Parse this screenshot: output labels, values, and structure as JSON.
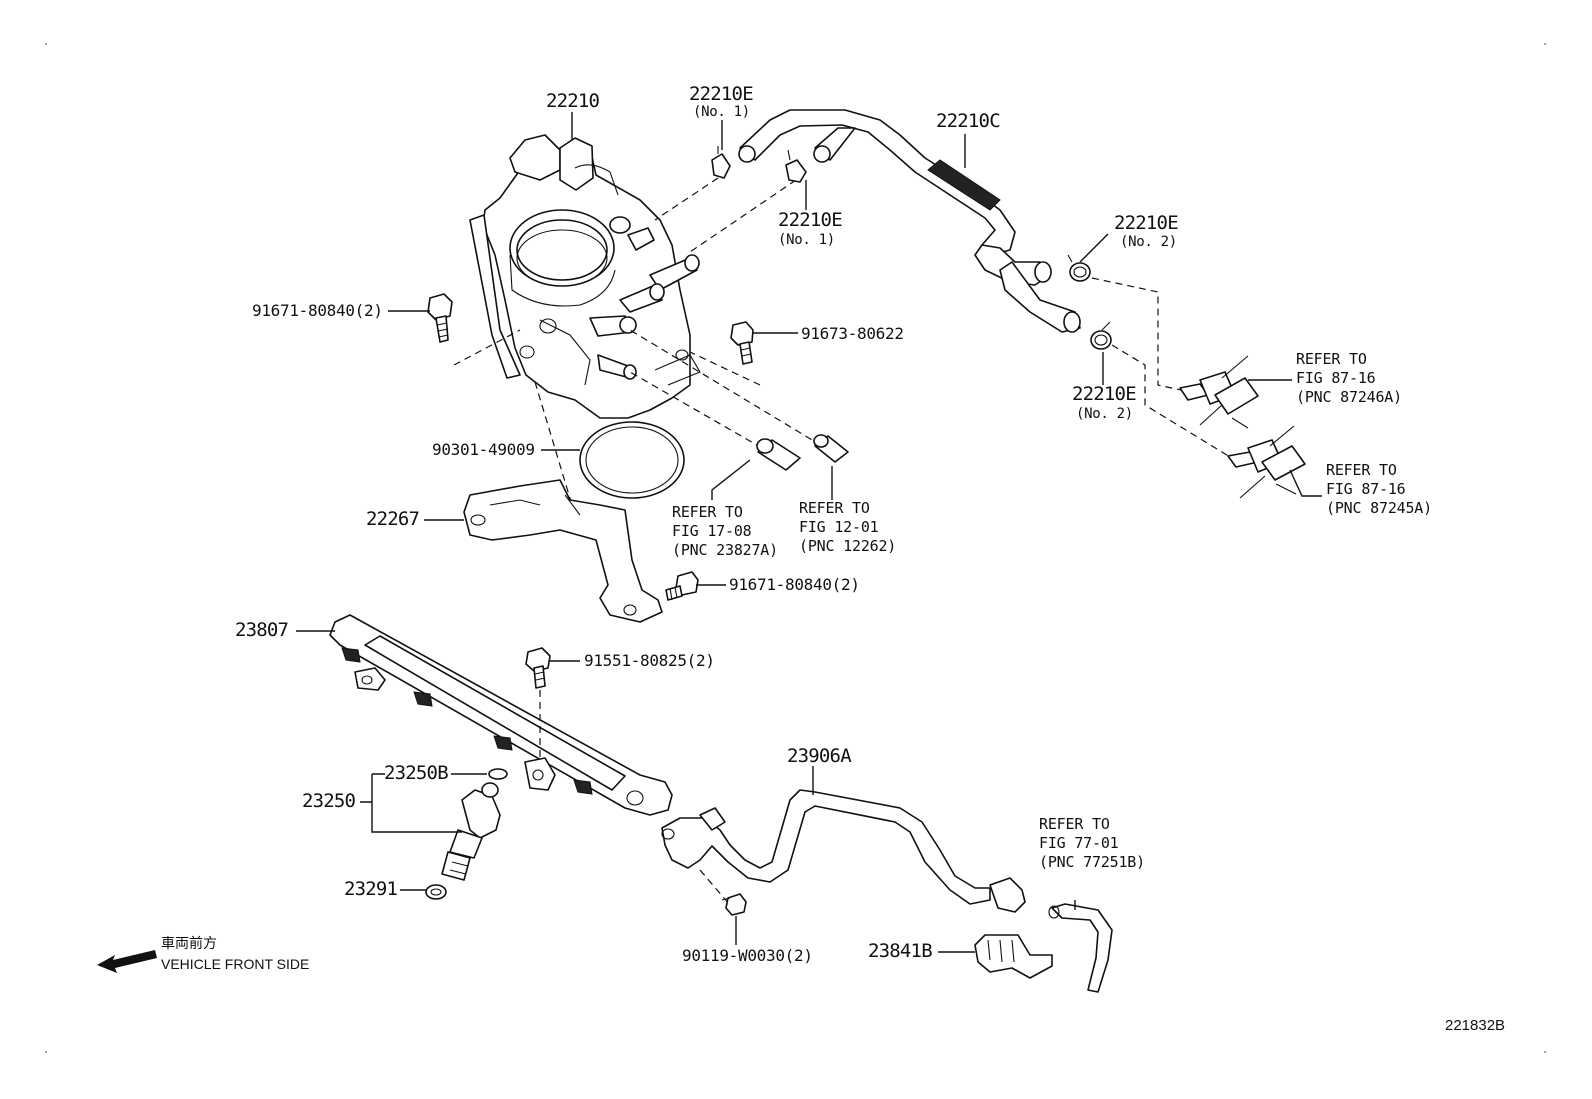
{
  "labels": {
    "p22210": "22210",
    "p22210E_a": "22210E",
    "p22210E_a_sub": "(No. 1)",
    "p22210E_b": "22210E",
    "p22210E_b_sub": "(No. 1)",
    "p22210C": "22210C",
    "p22210E_c": "22210E",
    "p22210E_c_sub": "(No. 2)",
    "p22210E_d": "22210E",
    "p22210E_d_sub": "(No. 2)",
    "bolt_91671_top": "91671-80840(2)",
    "bolt_91673": "91673-80622",
    "gasket_90301": "90301-49009",
    "p22267": "22267",
    "bolt_91671_bottom": "91671-80840(2)",
    "p23807": "23807",
    "bolt_91551": "91551-80825(2)",
    "p23250B": "23250B",
    "p23250": "23250",
    "p23291": "23291",
    "p23906A": "23906A",
    "bolt_90119": "90119-W0030(2)",
    "p23841B": "23841B",
    "diagram_id": "221832B"
  },
  "references": {
    "ref_87246A": [
      "REFER TO",
      "FIG 87-16",
      "(PNC 87246A)"
    ],
    "ref_87245A": [
      "REFER TO",
      "FIG 87-16",
      "(PNC 87245A)"
    ],
    "ref_23827A": [
      "REFER TO",
      "FIG 17-08",
      "(PNC 23827A)"
    ],
    "ref_12262": [
      "REFER TO",
      "FIG 12-01",
      "(PNC 12262)"
    ],
    "ref_77251B": [
      "REFER TO",
      "FIG 77-01",
      "(PNC 77251B)"
    ]
  },
  "direction": {
    "japanese": "車両前方",
    "english": "VEHICLE FRONT SIDE",
    "icon": "arrow-left-icon"
  }
}
